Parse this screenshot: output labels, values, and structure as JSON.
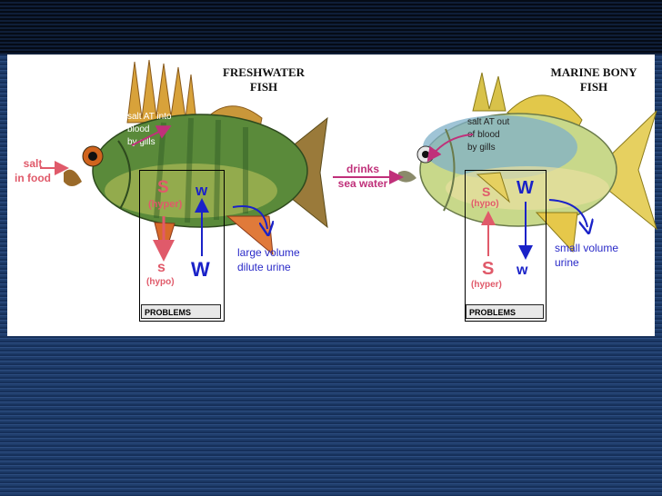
{
  "colors": {
    "salt_red": "#e05a6a",
    "water_blue": "#1a22c8",
    "intake_magenta": "#c0307a",
    "freshwater_fish_body": "#5a8a3a",
    "marine_fish_body": "#c8d88a"
  },
  "freshwater": {
    "title_line1": "FRESHWATER",
    "title_line2": "FISH",
    "gill_note_line1": "salt AT into",
    "gill_note_line2": "blood",
    "gill_note_line3": "by gills",
    "intake_line1": "salt",
    "intake_line2": "in food",
    "top_salt": "S",
    "top_salt_tonicity": "(hyper)",
    "top_water": "w",
    "bottom_salt": "s",
    "bottom_salt_tonicity": "(hypo)",
    "bottom_water": "W",
    "urine_line1": "large volume",
    "urine_line2": "dilute urine",
    "problems": "PROBLEMS"
  },
  "marine": {
    "title_line1": "MARINE BONY",
    "title_line2": "FISH",
    "gill_note_line1": "salt AT out",
    "gill_note_line2": "of blood",
    "gill_note_line3": "by gills",
    "intake_line1": "drinks",
    "intake_line2": "sea water",
    "top_salt": "S",
    "top_salt_tonicity": "(hypo)",
    "top_water": "W",
    "bottom_salt": "S",
    "bottom_salt_tonicity": "(hyper)",
    "bottom_water": "w",
    "urine_line1": "small volume",
    "urine_line2": "urine",
    "problems": "PROBLEMS"
  }
}
